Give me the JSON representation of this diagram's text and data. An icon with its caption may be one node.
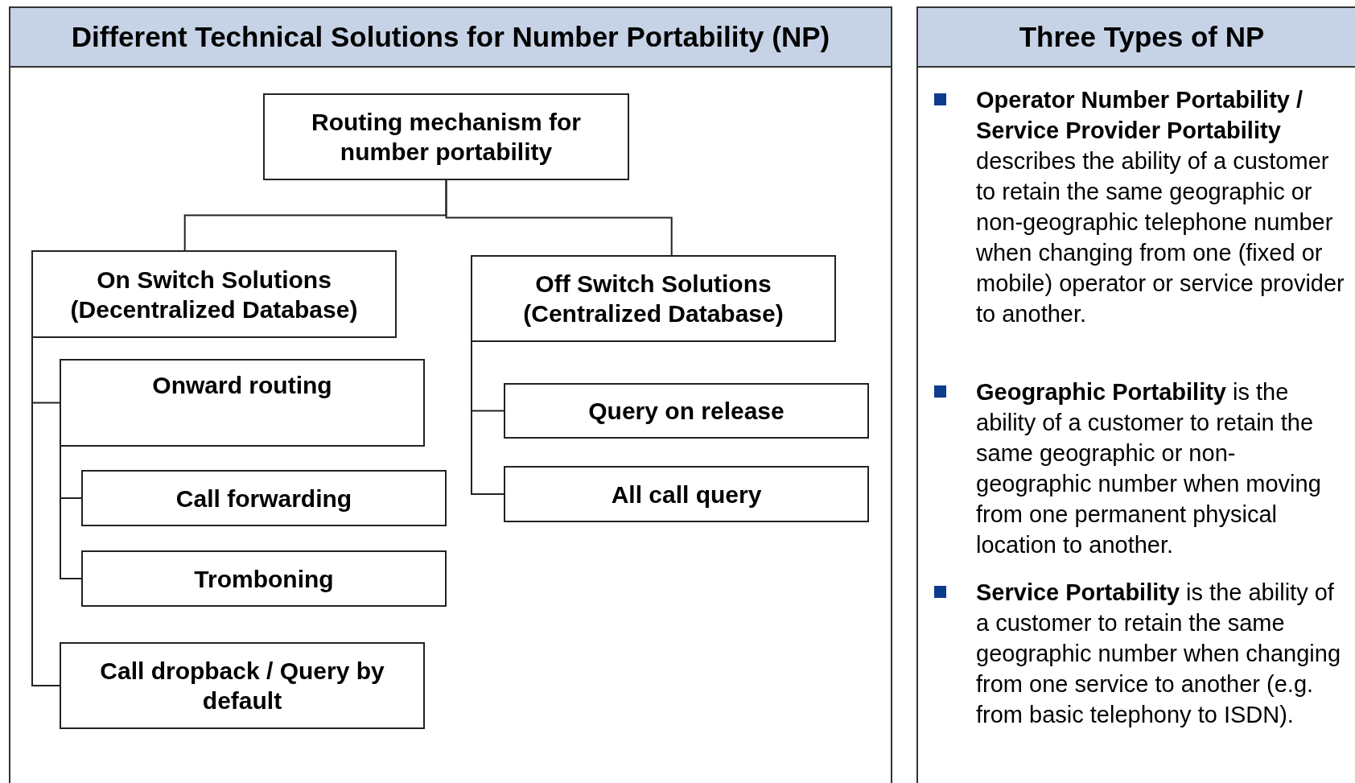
{
  "diagram": {
    "nodes": [
      {
        "text": [
          "Different Technical Solutions for Number Portability (NP)"
        ]
      },
      {
        "text": [
          "Routing mechanism for number portability"
        ],
        "in": 0
      },
      {
        "text": [
          "On Switch Solutions (Decentralized Database)"
        ],
        "in": 0
      },
      {
        "text": [
          "Off Switch Solutions (Centralized Database)"
        ],
        "in": 0
      },
      {
        "text": [
          "Onward routing"
        ],
        "in": 0
      },
      {
        "text": [
          "Call forwarding"
        ],
        "in": 0
      },
      {
        "text": [
          "Tromboning"
        ],
        "in": 0
      },
      {
        "text": [
          "Call dropback / Query by default"
        ],
        "in": 0
      },
      {
        "text": [
          "Query on release"
        ],
        "in": 0
      },
      {
        "text": [
          "All call query"
        ],
        "in": 0
      },
      {
        "text": [
          "Three Types of NP",
          "**Operator Number Portability / Service Provider Portability** describes the ability of a customer to retain the same geographic or non-geographic telephone number when changing from one (fixed or mobile) operator or service provider to another.",
          "**Geographic Portability** is the ability of a customer to retain the same geographic or non-geographic number when moving from one permanent physical location to another.",
          "**Service Portability** is the ability of a customer to retain the same geographic number when changing from one service to another (e.g. from basic telephony to ISDN)."
        ]
      }
    ],
    "edges": [
      {
        "from": 1,
        "to": 2,
        "arrow": "none"
      },
      {
        "from": 1,
        "to": 3,
        "arrow": "none"
      },
      {
        "from": 2,
        "to": 4,
        "arrow": "none"
      },
      {
        "from": 2,
        "to": 7,
        "arrow": "none"
      },
      {
        "from": 4,
        "to": 5,
        "arrow": "none"
      },
      {
        "from": 4,
        "to": 6,
        "arrow": "none"
      },
      {
        "from": 3,
        "to": 8,
        "arrow": "none"
      },
      {
        "from": 3,
        "to": 9,
        "arrow": "none"
      }
    ]
  }
}
